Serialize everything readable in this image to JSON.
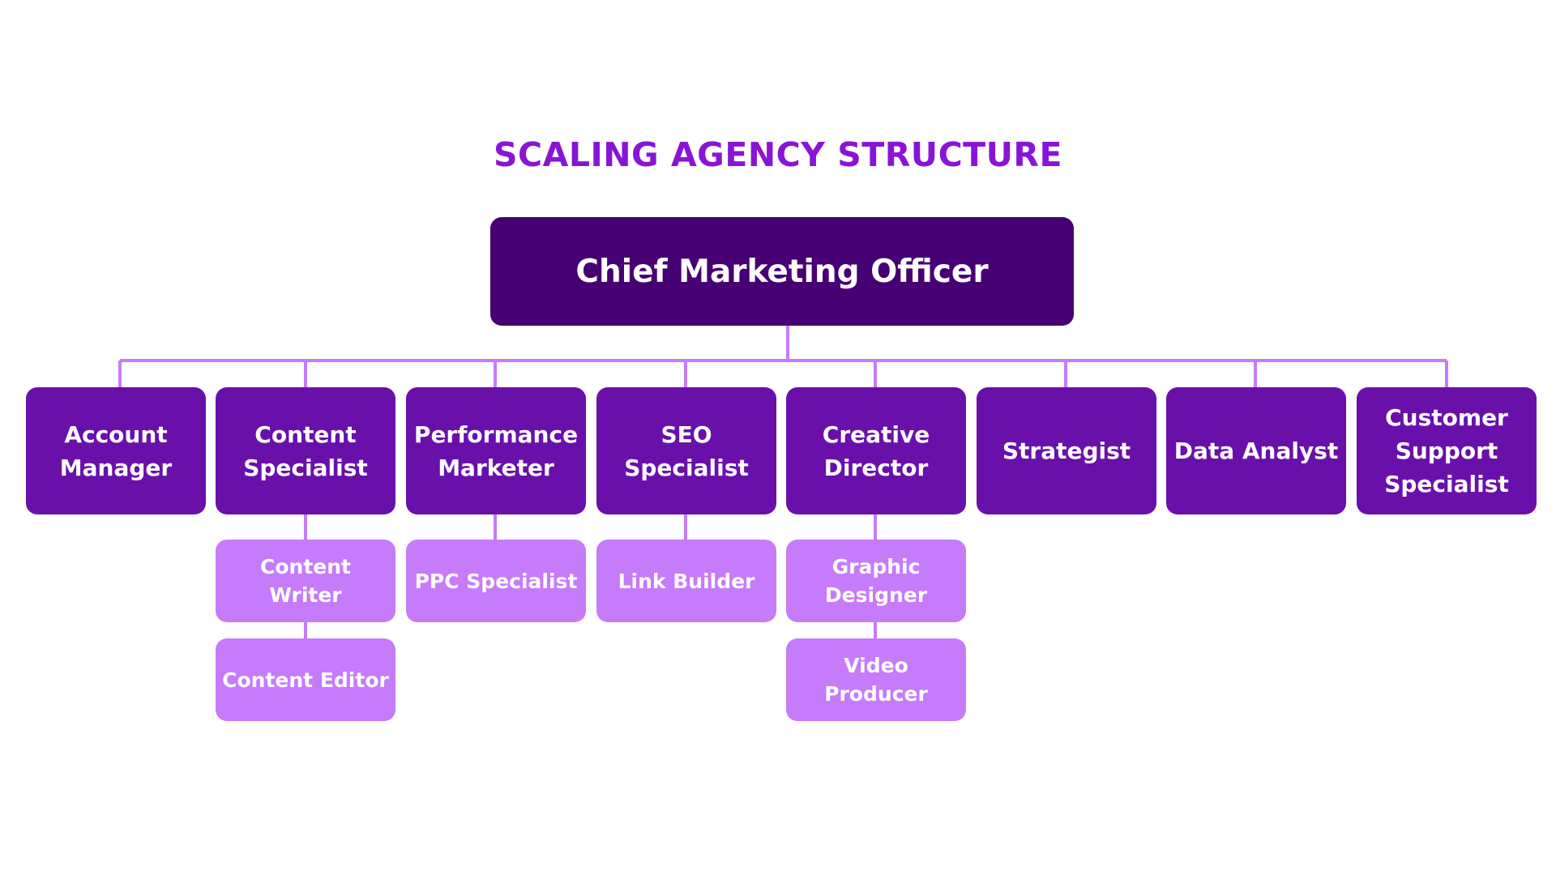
{
  "title": "SCALING AGENCY STRUCTURE",
  "colors": {
    "title": "#8a14d6",
    "root": "#460073",
    "level1": "#6910ab",
    "level2": "#c57bfa",
    "connector": "#c57bfa"
  },
  "root": {
    "label": "Chief Marketing Officer"
  },
  "departments": [
    {
      "label": "Account Manager",
      "children": []
    },
    {
      "label": "Content Specialist",
      "children": [
        "Content Writer",
        "Content Editor"
      ]
    },
    {
      "label": "Performance Marketer",
      "children": [
        "PPC Specialist"
      ]
    },
    {
      "label": "SEO Specialist",
      "children": [
        "Link Builder"
      ]
    },
    {
      "label": "Creative Director",
      "children": [
        "Graphic Designer",
        "Video Producer"
      ]
    },
    {
      "label": "Strategist",
      "children": []
    },
    {
      "label": "Data Analyst",
      "children": []
    },
    {
      "label": "Customer Support Specialist",
      "children": []
    }
  ]
}
